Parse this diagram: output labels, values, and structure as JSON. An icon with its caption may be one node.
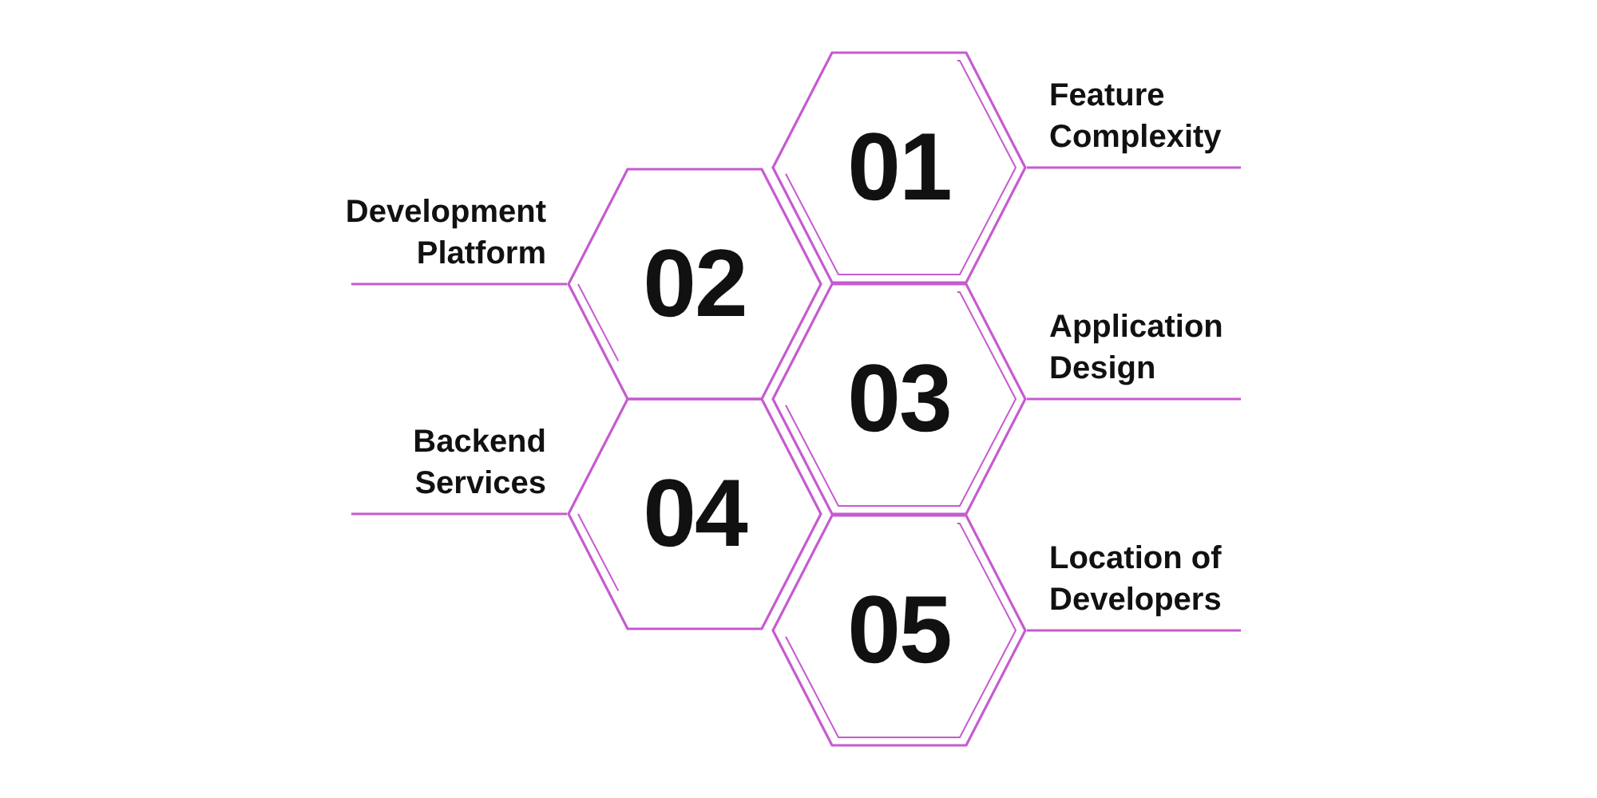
{
  "diagram": {
    "nodes": [
      {
        "text": [
          "01"
        ]
      },
      {
        "text": [
          "02"
        ]
      },
      {
        "text": [
          "03"
        ]
      },
      {
        "text": [
          "04"
        ]
      },
      {
        "text": [
          "05"
        ]
      },
      {
        "text": [
          "Feature Complexity"
        ]
      },
      {
        "text": [
          "Development Platform"
        ]
      },
      {
        "text": [
          "Application Design"
        ]
      },
      {
        "text": [
          "Backend Services"
        ]
      },
      {
        "text": [
          "Location of Developers"
        ]
      }
    ],
    "edges": [
      {
        "from": 0,
        "to": 5,
        "arrow": "none"
      },
      {
        "from": 1,
        "to": 6,
        "arrow": "none"
      },
      {
        "from": 2,
        "to": 7,
        "arrow": "none"
      },
      {
        "from": 3,
        "to": 8,
        "arrow": "none"
      },
      {
        "from": 4,
        "to": 9,
        "arrow": "none"
      }
    ]
  }
}
